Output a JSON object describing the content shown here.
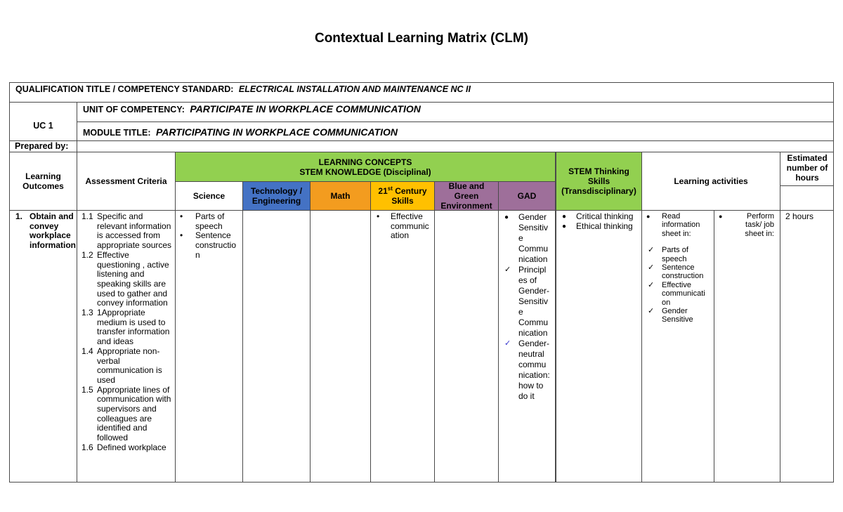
{
  "document": {
    "title": "Contextual Learning Matrix (CLM)"
  },
  "header": {
    "qualification_label": "QUALIFICATION TITLE / COMPETENCY STANDARD:",
    "qualification_value": "ELECTRICAL INSTALLATION AND MAINTENANCE NC II",
    "uc_code": "UC 1",
    "unit_label": "UNIT OF COMPETENCY:",
    "unit_value": "PARTICIPATE IN WORKPLACE COMMUNICATION",
    "module_label": "MODULE TITLE:",
    "module_value": "PARTICIPATING IN WORKPLACE COMMUNICATION",
    "prepared_by_label": "Prepared by:",
    "prepared_by_value": ""
  },
  "columns": {
    "learning_outcomes": "Learning Outcomes",
    "assessment_criteria": "Assessment Criteria",
    "learning_concepts_line1": "LEARNING CONCEPTS",
    "learning_concepts_line2": "STEM KNOWLEDGE (Disciplinal)",
    "science": "Science",
    "technology": "Technology / Engineering",
    "math": "Math",
    "century_pre": "21",
    "century_sup": "st",
    "century_post": " Century Skills",
    "blue_green": "Blue and Green Environment",
    "gad": "GAD",
    "stem_thinking": "STEM Thinking Skills (Transdisciplinary)",
    "learning_activities": "Learning activities",
    "estimated_hours": "Estimated number of hours"
  },
  "colors": {
    "green": "#92d050",
    "blue": "#4472c4",
    "orange": "#f39c1f",
    "yellow": "#ffc000",
    "purple": "#9e6f9a",
    "border": "#4a4a4a"
  },
  "row1": {
    "outcome_number": "1.",
    "outcome_text": "Obtain and convey workplace information",
    "criteria": [
      {
        "num": "1.1",
        "text": "Specific and relevant information is accessed from appropriate sources"
      },
      {
        "num": "1.2",
        "text": " Effective questioning , active listening and speaking skills are used to gather and convey information"
      },
      {
        "num": "1.3",
        "text": "1Appropriate medium is used to transfer information and ideas"
      },
      {
        "num": "1.4",
        "text": "Appropriate non-verbal communication is used"
      },
      {
        "num": "1.5",
        "text": "Appropriate lines of communication with supervisors and colleagues are identified and followed"
      },
      {
        "num": "1.6",
        "text": "Defined workplace"
      }
    ],
    "science": [
      "Parts of speech",
      "Sentence constructio n"
    ],
    "technology": [],
    "math": [],
    "century_skills": [
      "Effective communic ation"
    ],
    "blue_green": [],
    "gad": [
      {
        "marker": "●",
        "text": "Gender Sensitiv e Commu nication"
      },
      {
        "marker": "✓",
        "text": "Principl es of Gender-Sensitiv e Commu nication"
      },
      {
        "marker": "✓",
        "text": "Gender-neutral commu nication: how to do it",
        "marker_color": "#3333cc"
      }
    ],
    "stem_thinking": [
      "Critical thinking",
      "Ethical thinking"
    ],
    "activity_read_intro": "Read information sheet in:",
    "activity_read_items": [
      "Parts of speech",
      "Sentence construction",
      "Effective communicati on",
      "Gender Sensitive"
    ],
    "activity_perform": "Perform task/ job sheet in:",
    "hours": "2 hours"
  }
}
